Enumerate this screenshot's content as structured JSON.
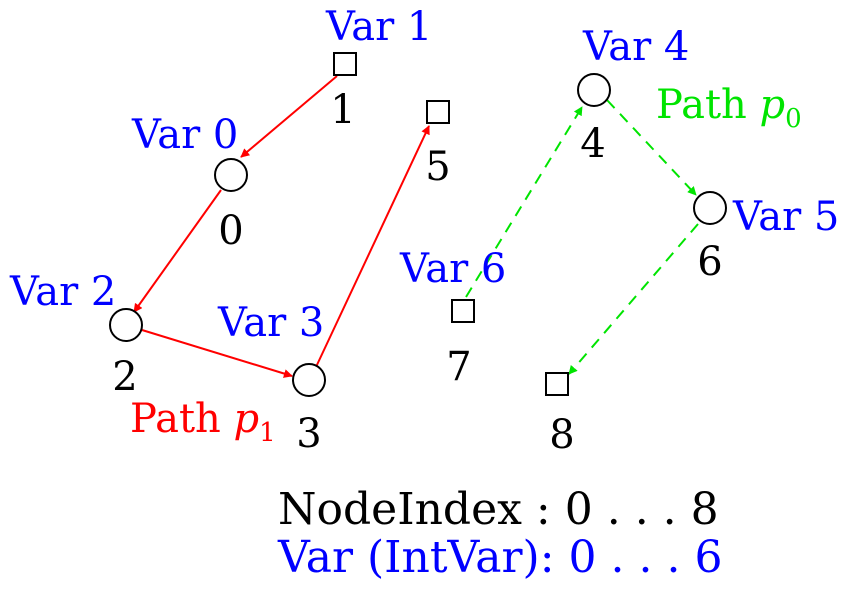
{
  "colors": {
    "node": "#000000",
    "var": "#0000ff",
    "path_p1": "#ff0000",
    "path_p0": "#00e400"
  },
  "nodes": [
    {
      "id": "0",
      "shape": "circle",
      "label": "0",
      "var_label": "Var 0"
    },
    {
      "id": "1",
      "shape": "square",
      "label": "1",
      "var_label": "Var 1"
    },
    {
      "id": "2",
      "shape": "circle",
      "label": "2",
      "var_label": "Var 2"
    },
    {
      "id": "3",
      "shape": "circle",
      "label": "3",
      "var_label": "Var 3"
    },
    {
      "id": "4",
      "shape": "circle",
      "label": "4",
      "var_label": "Var 4"
    },
    {
      "id": "5",
      "shape": "square",
      "label": "5",
      "var_label": ""
    },
    {
      "id": "6",
      "shape": "circle",
      "label": "6",
      "var_label": "Var 5"
    },
    {
      "id": "7",
      "shape": "square",
      "label": "7",
      "var_label": "Var 6"
    },
    {
      "id": "8",
      "shape": "square",
      "label": "8",
      "var_label": ""
    }
  ],
  "paths": [
    {
      "name_text": "Path ",
      "name_sym": "p",
      "name_sub": "1",
      "style": "solid",
      "edges": [
        [
          "1",
          "0"
        ],
        [
          "0",
          "2"
        ],
        [
          "2",
          "3"
        ],
        [
          "3",
          "5"
        ]
      ]
    },
    {
      "name_text": "Path ",
      "name_sym": "p",
      "name_sub": "0",
      "style": "dashed",
      "edges": [
        [
          "7",
          "4"
        ],
        [
          "4",
          "6"
        ],
        [
          "6",
          "8"
        ]
      ]
    }
  ],
  "legend": {
    "line1_name": "NodeIndex",
    "line1_sep": " : ",
    "line1_range": "0 . . . 8",
    "line2_name": "Var (IntVar):",
    "line2_range": "0 . . . 6"
  }
}
